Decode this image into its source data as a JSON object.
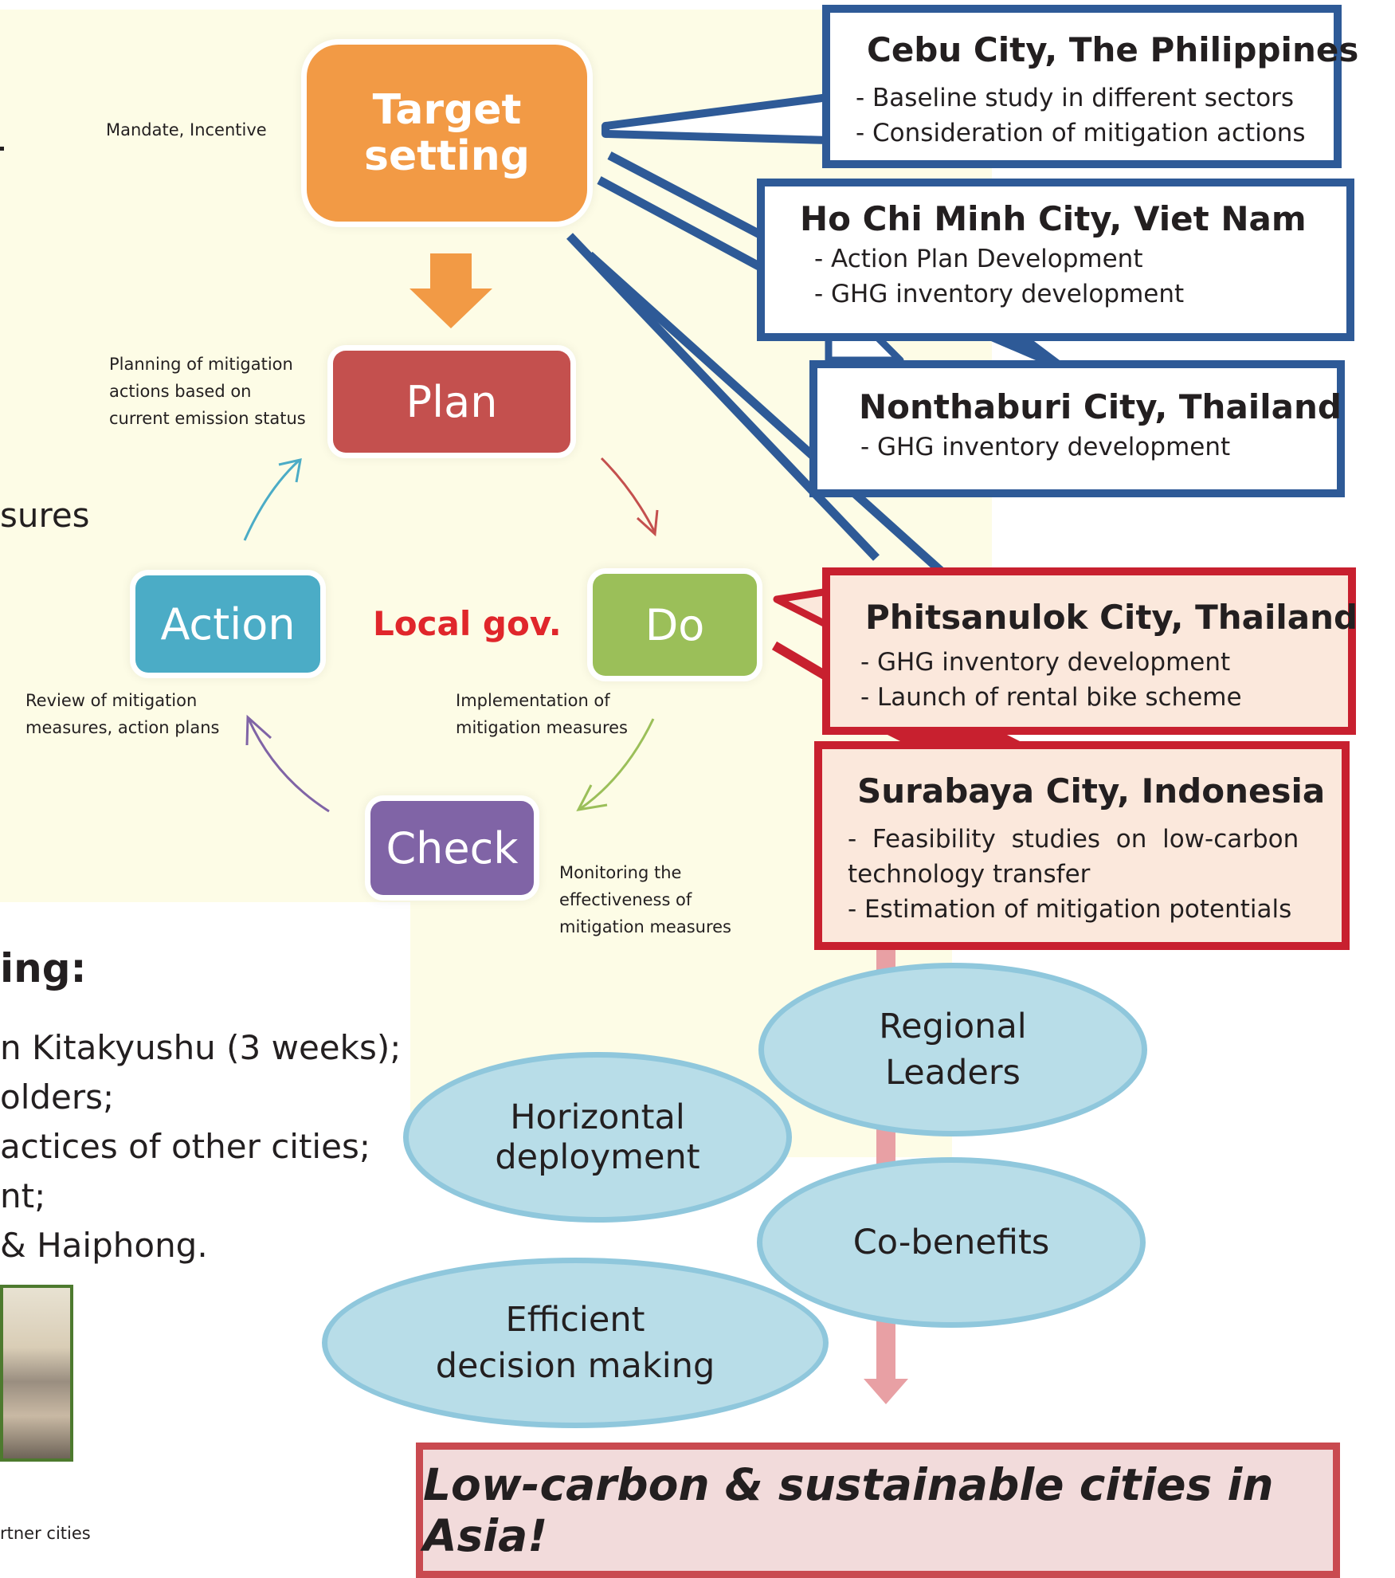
{
  "cycle": {
    "target": {
      "line1": "Target",
      "line2": "setting",
      "note": "Mandate, Incentive",
      "color": "#f29a45"
    },
    "plan": {
      "label": "Plan",
      "note1": "Planning of mitigation",
      "note2": "actions based on",
      "note3": "current emission status",
      "color": "#c4504e"
    },
    "do": {
      "label": "Do",
      "note1": "Implementation of",
      "note2": "mitigation measures",
      "color": "#9bbf59"
    },
    "check": {
      "label": "Check",
      "note1": "Monitoring the",
      "note2": "effectiveness of",
      "note3": "mitigation measures",
      "color": "#8064a6"
    },
    "action": {
      "label": "Action",
      "note1": "Review of mitigation",
      "note2": "measures, action plans",
      "color": "#4bacc6"
    },
    "center": "Local gov."
  },
  "cut_text": {
    "sures": "sures",
    "heading": "ing:",
    "line1": "n Kitakyushu (3 weeks);",
    "line2": "olders;",
    "line3": "actices of other cities;",
    "line4": "nt;",
    "line5": " & Haiphong.",
    "caption": "rtner cities"
  },
  "cities": [
    {
      "name": "Cebu City, The Philippines",
      "items": [
        "- Baseline study in different sectors",
        "- Consideration of mitigation actions"
      ]
    },
    {
      "name": "Ho Chi Minh City, Viet Nam",
      "items": [
        "- Action Plan Development",
        "- GHG inventory development"
      ]
    },
    {
      "name": "Nonthaburi City, Thailand",
      "items": [
        "- GHG inventory development"
      ]
    },
    {
      "name": "Phitsanulok City, Thailand",
      "items": [
        "- GHG inventory development",
        "- Launch of rental bike scheme"
      ]
    },
    {
      "name": "Surabaya City, Indonesia",
      "items": [
        "-  Feasibility  studies  on  low-carbon",
        "technology transfer",
        "- Estimation of mitigation potentials"
      ]
    }
  ],
  "ellipses": {
    "regional": {
      "line1": "Regional",
      "line2": "Leaders"
    },
    "horizontal": {
      "line1": "Horizontal",
      "line2": "deployment"
    },
    "cobenefits": "Co-benefits",
    "efficient": {
      "line1": "Efficient",
      "line2": "decision making"
    }
  },
  "final": "Low-carbon & sustainable cities in Asia!",
  "colors": {
    "blue_border": "#2e5a97",
    "red_border": "#c8202f",
    "ellipse_fill": "#b8dde8",
    "local_gov": "#e0262b"
  }
}
